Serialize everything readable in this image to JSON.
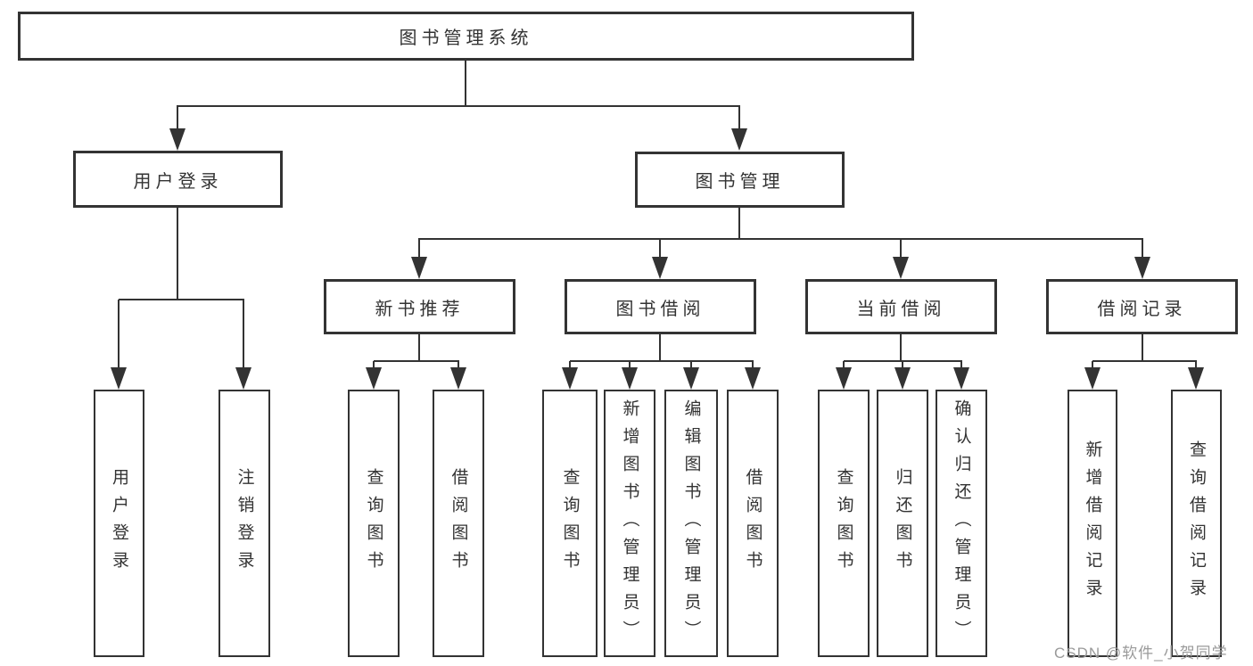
{
  "tree": {
    "root": {
      "label": "图书管理系统",
      "children": [
        {
          "label": "用户登录",
          "children": [
            {
              "label": "用户登录"
            },
            {
              "label": "注销登录"
            }
          ]
        },
        {
          "label": "图书管理",
          "children": [
            {
              "label": "新书推荐",
              "children": [
                {
                  "label": "查询图书"
                },
                {
                  "label": "借阅图书"
                }
              ]
            },
            {
              "label": "图书借阅",
              "children": [
                {
                  "label": "查询图书"
                },
                {
                  "label": "新增图书（管理员）"
                },
                {
                  "label": "编辑图书（管理员）"
                },
                {
                  "label": "借阅图书"
                }
              ]
            },
            {
              "label": "当前借阅",
              "children": [
                {
                  "label": "查询图书"
                },
                {
                  "label": "归还图书"
                },
                {
                  "label": "确认归还（管理员）"
                }
              ]
            },
            {
              "label": "借阅记录",
              "children": [
                {
                  "label": "新增借阅记录"
                },
                {
                  "label": "查询借阅记录"
                }
              ]
            }
          ]
        }
      ]
    }
  },
  "watermark": {
    "text": "CSDN @软件_小贺同学"
  },
  "colors": {
    "line": "#333333",
    "text": "#333333",
    "watermark": "#9a9a9a",
    "background": "#ffffff"
  }
}
